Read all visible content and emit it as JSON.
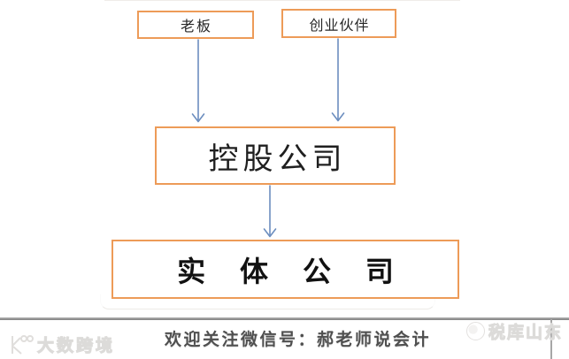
{
  "diagram": {
    "nodes": [
      {
        "id": "boss",
        "label": "老板"
      },
      {
        "id": "partner",
        "label": "创业伙伴"
      },
      {
        "id": "holding",
        "label": "控股公司"
      },
      {
        "id": "entity",
        "label": "实 体 公 司"
      }
    ],
    "edges": [
      {
        "from": "boss",
        "to": "holding"
      },
      {
        "from": "partner",
        "to": "holding"
      },
      {
        "from": "holding",
        "to": "entity"
      }
    ]
  },
  "footer": {
    "message": "欢迎关注微信号：郝老师说会计"
  },
  "watermarks": {
    "left_text": "大数跨境",
    "right_text": "税库山东"
  },
  "colors": {
    "box_border": "#ED9B58",
    "arrow": "#6C8EBF",
    "divider": "#8f8f8f",
    "footer_text": "#4F4F4F",
    "box_text": "#262626"
  }
}
